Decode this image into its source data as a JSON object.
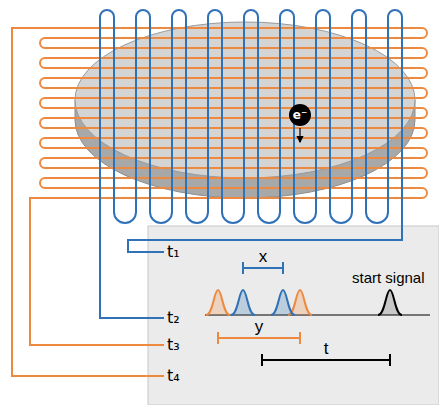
{
  "diagram": {
    "nodes": [
      {
        "text": [
          "e⁻"
        ]
      }
    ],
    "labels": [
      "t₁",
      "t₂",
      "t₃",
      "t₄",
      "x",
      "y",
      "t",
      "start signal"
    ]
  }
}
